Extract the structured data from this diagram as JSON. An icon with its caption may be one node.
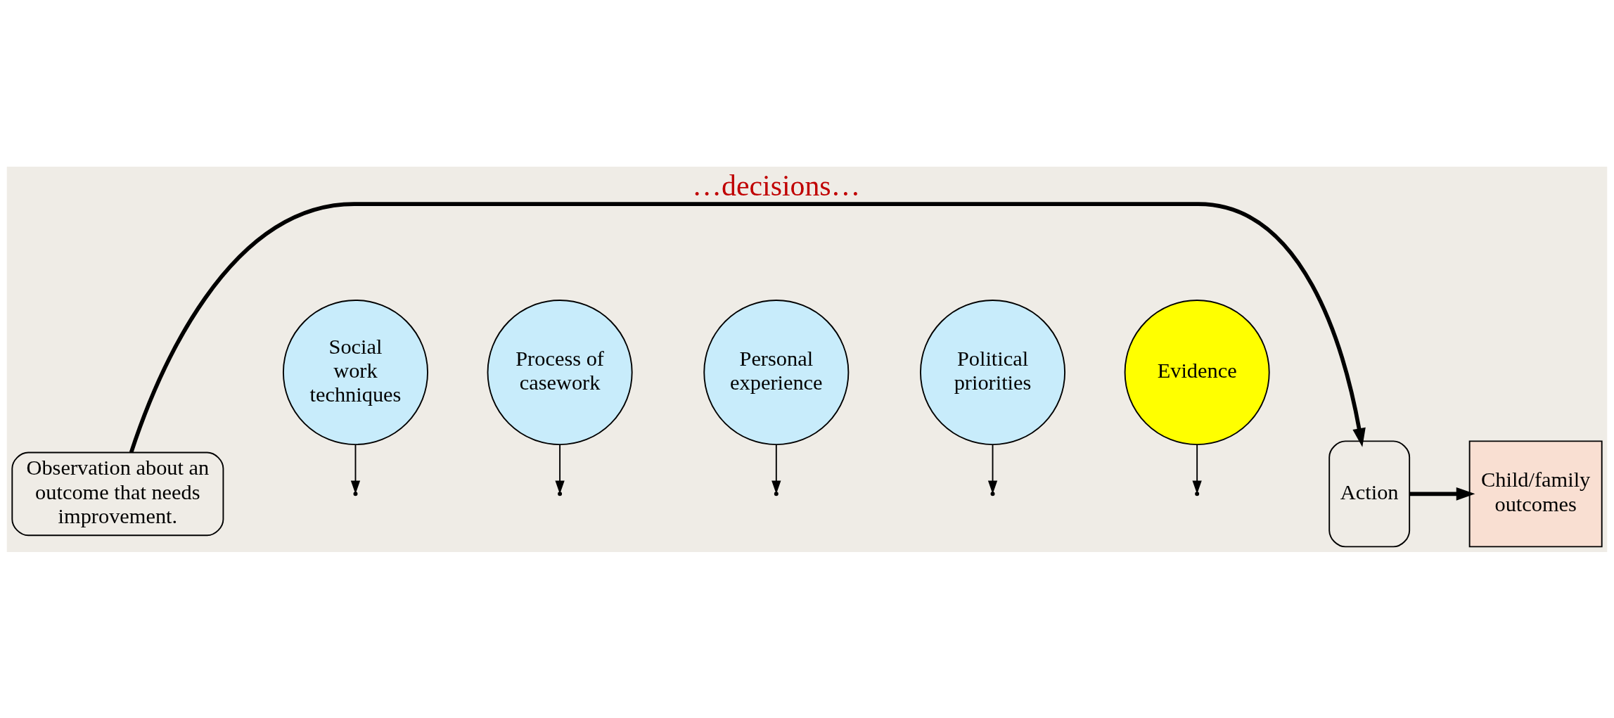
{
  "diagram": {
    "nodes": [
      {
        "text": [
          "Observation about an outcome that needs improvement."
        ]
      },
      {
        "text": [
          "Process of casework"
        ]
      },
      {
        "text": [
          "Political priorities"
        ]
      },
      {
        "text": [
          "Social work techniques"
        ]
      },
      {
        "text": [
          "Personal experience"
        ]
      },
      {
        "text": [
          "Evidence"
        ]
      },
      {
        "text": [
          "Action"
        ]
      },
      {
        "text": [
          "Child/family outcomes"
        ]
      }
    ],
    "edges": [
      {
        "from": 0,
        "to": 6,
        "arrow": "to",
        "label": "…decisions…",
        "style": "thick"
      },
      {
        "from": 6,
        "to": 7,
        "arrow": "to",
        "style": "thick"
      },
      {
        "from": 1,
        "to": null,
        "arrow": "to"
      },
      {
        "from": 2,
        "to": null,
        "arrow": "to"
      },
      {
        "from": 3,
        "to": null,
        "arrow": "to"
      },
      {
        "from": 4,
        "to": null,
        "arrow": "to"
      },
      {
        "from": 5,
        "to": null,
        "arrow": "to"
      }
    ]
  }
}
